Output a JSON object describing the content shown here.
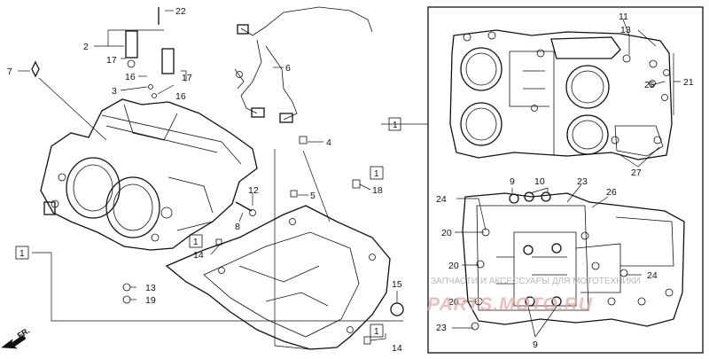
{
  "callouts": {
    "c22": "22",
    "c2": "2",
    "c17a": "17",
    "c16a": "16",
    "c3": "3",
    "c16b": "16",
    "c17b": "17",
    "c7": "7",
    "c6": "6",
    "c4": "4",
    "c5": "5",
    "c12": "12",
    "c8": "8",
    "c18": "18",
    "c14a": "14",
    "c13a": "13",
    "c19": "19",
    "c15": "15",
    "c14b": "14",
    "c11": "11",
    "c13b": "13",
    "c25": "25",
    "c21": "21",
    "c27": "27",
    "c24a": "24",
    "c9a": "9",
    "c10": "10",
    "c23a": "23",
    "c26": "26",
    "c20a": "20",
    "c20b": "20",
    "c24b": "24",
    "c20c": "20",
    "c23b": "23",
    "c9b": "9"
  },
  "boxed_refs": {
    "b_right": "1",
    "b_left": "1",
    "b_mid": "1",
    "b_top": "1",
    "b_bottom": "1"
  },
  "direction_label": "FR.",
  "watermark": {
    "line1": "ЗАПЧАСТИ И АКСЕССУАРЫ ДЛЯ МОТОТЕХНИКИ",
    "line2": "PARTS.MOTO.RU"
  }
}
